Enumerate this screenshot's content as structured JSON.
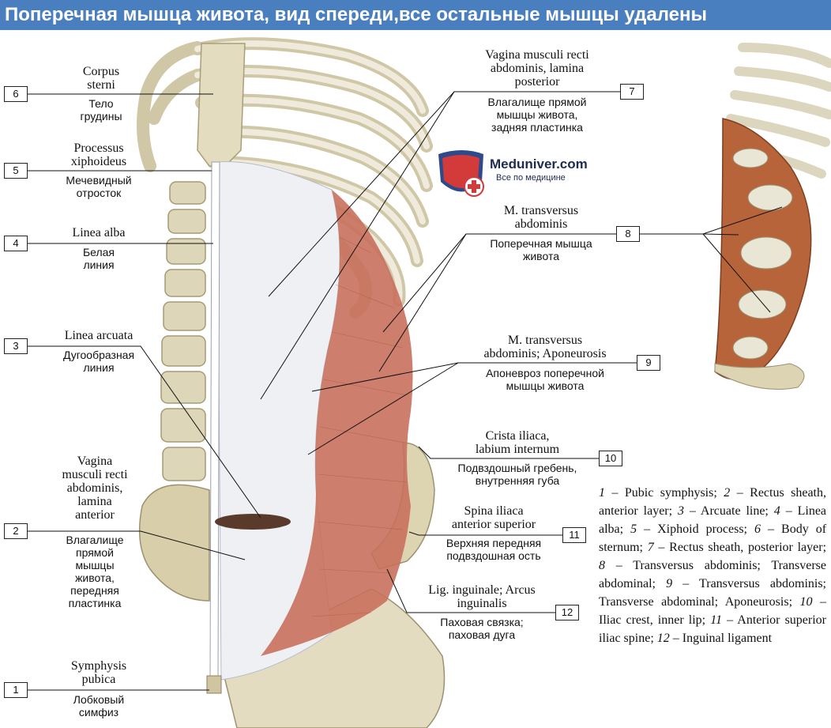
{
  "title": "Поперечная мышца живота, вид спереди,все остальные мышцы удалены",
  "logo": {
    "name": "Meduniver.com",
    "tagline": "Все по медицине"
  },
  "labels": [
    {
      "num": "1",
      "latin": [
        "Symphysis",
        "pubica"
      ],
      "russian": [
        "Лобковый",
        "симфиз"
      ]
    },
    {
      "num": "2",
      "latin": [
        "Vagina",
        "musculi recti",
        "abdominis,",
        "lamina",
        "anterior"
      ],
      "russian": [
        "Влагалище",
        "прямой",
        "мышцы",
        "живота,",
        "передняя",
        "пластинка"
      ]
    },
    {
      "num": "3",
      "latin": [
        "Linea arcuata"
      ],
      "russian": [
        "Дугообразная",
        "линия"
      ]
    },
    {
      "num": "4",
      "latin": [
        "Linea alba"
      ],
      "russian": [
        "Белая",
        "линия"
      ]
    },
    {
      "num": "5",
      "latin": [
        "Processus",
        "xiphoideus"
      ],
      "russian": [
        "Мечевидный",
        "отросток"
      ]
    },
    {
      "num": "6",
      "latin": [
        "Corpus",
        "sterni"
      ],
      "russian": [
        "Тело",
        "грудины"
      ]
    },
    {
      "num": "7",
      "latin": [
        "Vagina musculi recti",
        "abdominis, lamina",
        "posterior"
      ],
      "russian": [
        "Влагалище прямой",
        "мышцы живота,",
        "задняя пластинка"
      ]
    },
    {
      "num": "8",
      "latin": [
        "M. transversus",
        "abdominis"
      ],
      "russian": [
        "Поперечная мышца",
        "живота"
      ]
    },
    {
      "num": "9",
      "latin": [
        "M. transversus",
        "abdominis; Aponeurosis"
      ],
      "russian": [
        "Апоневроз поперечной",
        "мышцы живота"
      ]
    },
    {
      "num": "10",
      "latin": [
        "Crista iliaca,",
        "labium internum"
      ],
      "russian": [
        "Подвздошный гребень,",
        "внутренняя губа"
      ]
    },
    {
      "num": "11",
      "latin": [
        "Spina iliaca",
        "anterior superior"
      ],
      "russian": [
        "Верхняя передняя",
        "подвздошная ость"
      ]
    },
    {
      "num": "12",
      "latin": [
        "Lig. inguinale; Arcus",
        "inguinalis"
      ],
      "russian": [
        "Паховая связка;",
        "паховая дуга"
      ]
    }
  ],
  "legend": [
    {
      "n": "1",
      "t": "Pubic symphysis;"
    },
    {
      "n": "2",
      "t": "Rectus sheath, anterior layer;"
    },
    {
      "n": "3",
      "t": "Arcuate line;"
    },
    {
      "n": "4",
      "t": "Linea alba;"
    },
    {
      "n": "5",
      "t": "Xiphoid process;"
    },
    {
      "n": "6",
      "t": "Body of sternum;"
    },
    {
      "n": "7",
      "t": "Rectus sheath, posterior layer;"
    },
    {
      "n": "8",
      "t": "Transversus abdominis; Transverse abdominal;"
    },
    {
      "n": "9",
      "t": "Transversus abdominis; Transverse abdominal; Aponeurosis;"
    },
    {
      "n": "10",
      "t": "Iliac crest, inner lip;"
    },
    {
      "n": "11",
      "t": "Anterior superior iliac spine;"
    },
    {
      "n": "12",
      "t": "Inguinal ligament"
    }
  ],
  "colors": {
    "title_bg": "#4a7fbf",
    "bone": "#e8e2c8",
    "muscle": "#c8705c",
    "aponeurosis": "#eef0f4",
    "muscle_side": "#b8643a"
  }
}
